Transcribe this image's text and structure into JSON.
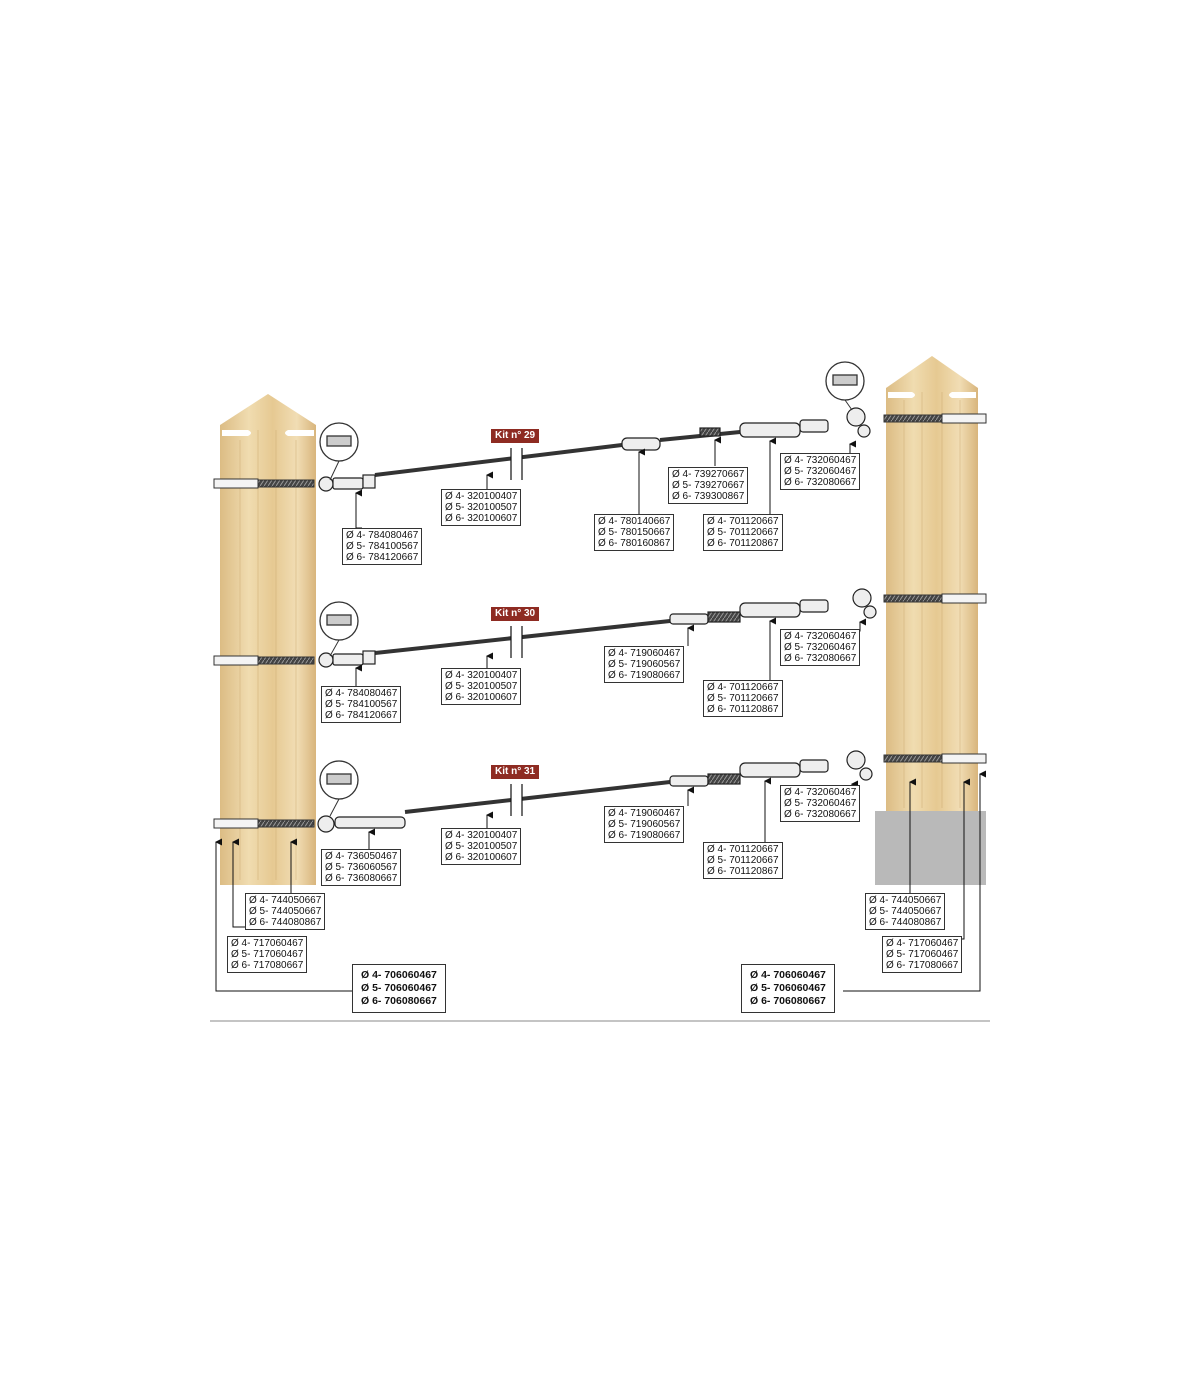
{
  "kits": [
    "Kit n° 29",
    "Kit n° 30",
    "Kit n° 31"
  ],
  "labels": {
    "r1_left": [
      "Ø 4- 784080467",
      "Ø 5- 784100567",
      "Ø 6- 784120667"
    ],
    "r1_cable": [
      "Ø 4- 320100407",
      "Ø 5- 320100507",
      "Ø 6- 320100607"
    ],
    "r1_mid": [
      "Ø 4- 780140667",
      "Ø 5- 780150667",
      "Ø 6- 780160867"
    ],
    "r1_spring": [
      "Ø 4- 739270667",
      "Ø 5- 739270667",
      "Ø 6- 739300867"
    ],
    "r1_turnbuckle": [
      "Ø 4- 701120667",
      "Ø 5- 701120667",
      "Ø 6- 701120867"
    ],
    "r1_right": [
      "Ø 4- 732060467",
      "Ø 5- 732060467",
      "Ø 6- 732080667"
    ],
    "r2_left": [
      "Ø 4- 784080467",
      "Ø 5- 784100567",
      "Ø 6- 784120667"
    ],
    "r2_cable": [
      "Ø 4- 320100407",
      "Ø 5- 320100507",
      "Ø 6- 320100607"
    ],
    "r2_mid": [
      "Ø 4- 719060467",
      "Ø 5- 719060567",
      "Ø 6- 719080667"
    ],
    "r2_turnbuckle": [
      "Ø 4- 701120667",
      "Ø 5- 701120667",
      "Ø 6- 701120867"
    ],
    "r2_right": [
      "Ø 4- 732060467",
      "Ø 5- 732060467",
      "Ø 6- 732080667"
    ],
    "r3_left": [
      "Ø 4- 736050467",
      "Ø 5- 736060567",
      "Ø 6- 736080667"
    ],
    "r3_cable": [
      "Ø 4- 320100407",
      "Ø 5- 320100507",
      "Ø 6- 320100607"
    ],
    "r3_mid": [
      "Ø 4- 719060467",
      "Ø 5- 719060567",
      "Ø 6- 719080667"
    ],
    "r3_turnbuckle": [
      "Ø 4- 701120667",
      "Ø 5- 701120667",
      "Ø 6- 701120867"
    ],
    "r3_right": [
      "Ø 4- 732060467",
      "Ø 5- 732060467",
      "Ø 6- 732080667"
    ],
    "post_l_a": [
      "Ø 4- 744050667",
      "Ø 5- 744050667",
      "Ø 6- 744080867"
    ],
    "post_l_b": [
      "Ø 4- 717060467",
      "Ø 5- 717060467",
      "Ø 6- 717080667"
    ],
    "post_l_c": [
      "Ø 4- 706060467",
      "Ø 5- 706060467",
      "Ø 6- 706080667"
    ],
    "post_r_a": [
      "Ø 4- 744050667",
      "Ø 5- 744050667",
      "Ø 6- 744080867"
    ],
    "post_r_b": [
      "Ø 4- 717060467",
      "Ø 5- 717060467",
      "Ø 6- 717080667"
    ],
    "post_r_c": [
      "Ø 4- 706060467",
      "Ø 5- 706060467",
      "Ø 6- 706080667"
    ]
  },
  "colors": {
    "wood": "#ecd3a1",
    "wood_dark": "#d9b57a",
    "kit": "#8e2b22",
    "cable": "#333333",
    "ground": "#b9b9b9"
  }
}
